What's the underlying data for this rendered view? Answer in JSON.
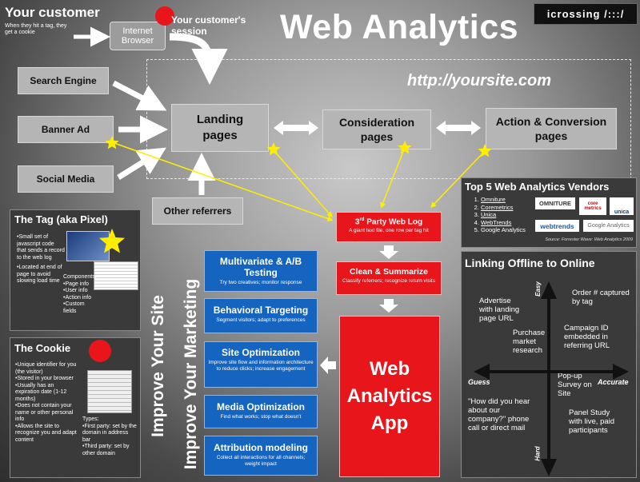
{
  "header": {
    "your_customer": "Your customer",
    "tag_note": "When they hit a tag, they get a cookie",
    "browser": "Internet Browser",
    "session": "Your customer's session",
    "title": "Web Analytics",
    "logo": "icrossing /:::/",
    "url": "http://yoursite.com"
  },
  "sources": [
    "Search Engine",
    "Banner Ad",
    "Social Media",
    "Other referrers"
  ],
  "flow": {
    "landing": "Landing pages",
    "consideration": "Consideration pages",
    "action": "Action & Conversion pages"
  },
  "vendors": {
    "title": "Top 5 Web Analytics Vendors",
    "items": [
      "Omniture",
      "Coremetrics",
      "Unica",
      "WebTrends",
      "Google Analytics"
    ],
    "logos": [
      "OMNITURE",
      "core metrics",
      "unica",
      "webtrends",
      "Google Analytics"
    ],
    "source": "Source: Forrester Wave: Web Analytics 2009"
  },
  "weblog": {
    "title": "3rd Party Web Log",
    "sup": "rd",
    "title_num": "3",
    "title_rest": "Party Web Log",
    "desc": "A giant text file, one row per tag hit"
  },
  "clean": {
    "title": "Clean & Summarize",
    "desc": "Classify referrers; recognize return visits"
  },
  "app": "Web Analytics App",
  "improve": {
    "site": "Improve Your Site",
    "marketing": "Improve Your Marketing"
  },
  "uses": [
    {
      "title": "Multivariate & A/B Testing",
      "desc": "Try two creatives; monitor response"
    },
    {
      "title": "Behavioral Targeting",
      "desc": "Segment visitors; adapt to preferences"
    },
    {
      "title": "Site Optimization",
      "desc": "Improve site flow and information architecture to reduce clicks; increase engagement"
    },
    {
      "title": "Media Optimization",
      "desc": "Find what works; stop what doesn't"
    },
    {
      "title": "Attribution modeling",
      "desc": "Collect all interactions for all channels; weight impact"
    }
  ],
  "tag": {
    "title": "The Tag (aka Pixel)",
    "bullets": [
      "Small set of javascript code that sends a record to the web log",
      "Located at end of page to avoid slowing load time"
    ],
    "components_title": "Components:",
    "components": [
      "Page info",
      "User info",
      "Action info",
      "Custom fields"
    ]
  },
  "cookie": {
    "title": "The Cookie",
    "bullets": [
      "Unique identifier for you (the visitor)",
      "Stored in your browser",
      "Usually has an expiration date (1-12 months)",
      "Does not contain your name or other personal info",
      "Allows the site to recognize you and adapt content"
    ],
    "types_title": "Types:",
    "types": [
      "First party: set by the domain in address bar",
      "Third party: set by other domain"
    ]
  },
  "offline": {
    "title": "Linking Offline to Online",
    "easy": "Easy",
    "hard": "Hard",
    "guess": "Guess",
    "accurate": "Accurate",
    "q1": "Advertise with landing page URL",
    "q2": "Order # captured by tag",
    "q3": "Purchase market research",
    "q4": "Campaign ID embedded in referring URL",
    "q5": "Pop-up Survey on Site",
    "q6": "\"How did you hear about our company?\" phone call or direct mail",
    "q7": "Panel Study with live, paid participants"
  },
  "colors": {
    "red": "#e8151b",
    "blue": "#1565c0",
    "yellow": "#ffee00"
  }
}
